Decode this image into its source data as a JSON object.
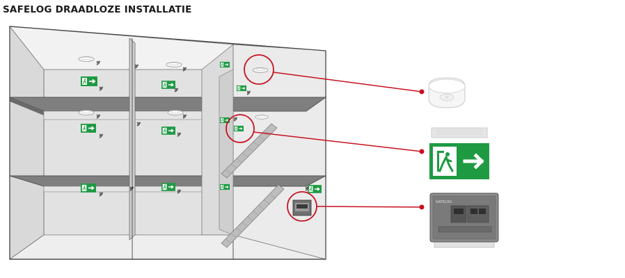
{
  "title": "SAFELOG DRAADLOZE INSTALLATIE",
  "colors": {
    "callout": "#c8101e",
    "exit_green": "#1e9a43",
    "wall": "#e6e6e6",
    "wall_dark": "#d2d2d2",
    "floor": "#7d7d7d",
    "outline": "#555555"
  },
  "building": {
    "floors": 3,
    "rooms_per_floor": 3
  },
  "components": [
    {
      "icon": "wireless-ceiling-sensor-icon"
    },
    {
      "icon": "exit-sign-icon"
    },
    {
      "icon": "central-control-panel-icon",
      "panel_brand": "SAFELOG"
    }
  ]
}
